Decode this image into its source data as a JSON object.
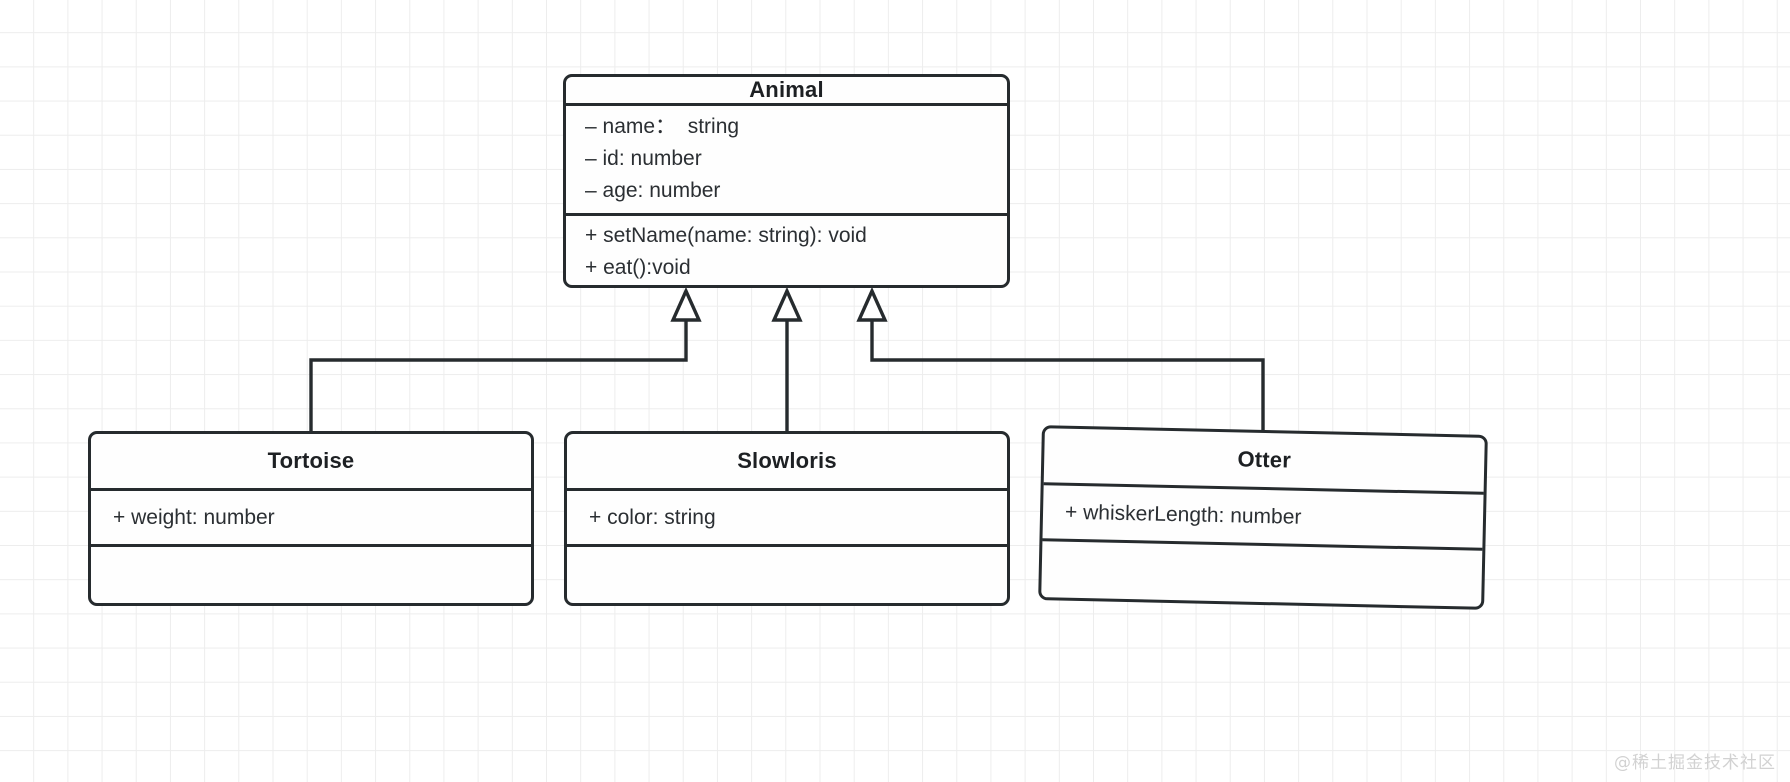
{
  "diagram": {
    "type": "uml-class-diagram",
    "background": "#ffffff",
    "grid_color": "#ededed",
    "stroke_color": "#262b2e",
    "text_color": "#2b2f33"
  },
  "parent": {
    "name": "Animal",
    "attributes": [
      "– name：  string",
      "– id: number",
      "– age: number"
    ],
    "operations": [
      "+ setName(name: string): void",
      "+ eat():void"
    ]
  },
  "children": [
    {
      "name": "Tortoise",
      "attributes": [
        "+ weight: number"
      ],
      "operations": []
    },
    {
      "name": "Slowloris",
      "attributes": [
        "+ color: string"
      ],
      "operations": []
    },
    {
      "name": "Otter",
      "attributes": [
        "+ whiskerLength: number"
      ],
      "operations": []
    }
  ],
  "relationships": [
    {
      "from": "Tortoise",
      "to": "Animal",
      "kind": "generalization"
    },
    {
      "from": "Slowloris",
      "to": "Animal",
      "kind": "generalization"
    },
    {
      "from": "Otter",
      "to": "Animal",
      "kind": "generalization"
    }
  ],
  "watermark": {
    "text": "@稀土掘金技术社区"
  }
}
